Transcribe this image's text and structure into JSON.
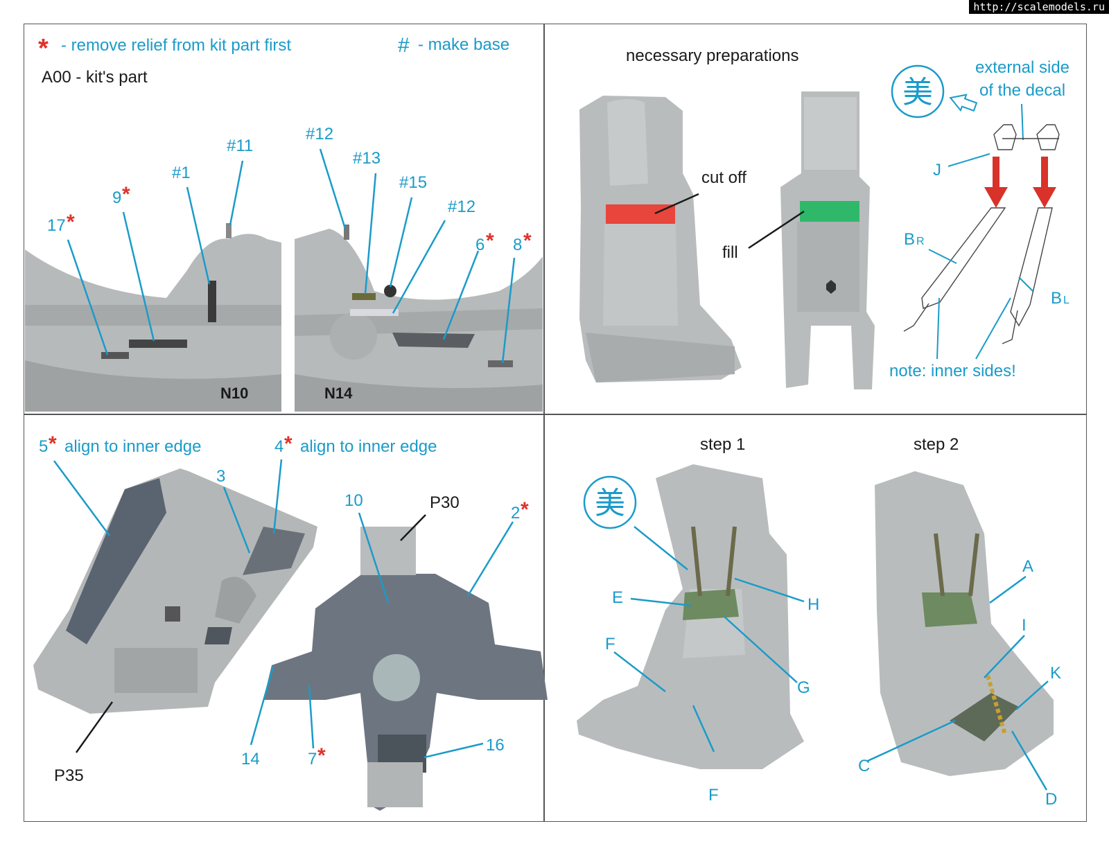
{
  "watermark": "http://scalemodels.ru",
  "legend": {
    "asterisk_symbol": "*",
    "asterisk_text": "- remove relief from kit part first",
    "hash_symbol": "#",
    "hash_text": "- make base",
    "kit_part_note": "A00 - kit's part"
  },
  "panel_top_left": {
    "kit_parts": [
      "N10",
      "N14"
    ],
    "callouts": [
      {
        "num": "#11",
        "star": ""
      },
      {
        "num": "#1",
        "star": ""
      },
      {
        "num": "9",
        "star": "*"
      },
      {
        "num": "17",
        "star": "*"
      },
      {
        "num": "#12",
        "star": ""
      },
      {
        "num": "#13",
        "star": ""
      },
      {
        "num": "#15",
        "star": ""
      },
      {
        "num": "#12",
        "star": ""
      },
      {
        "num": "6",
        "star": "*"
      },
      {
        "num": "8",
        "star": "*"
      }
    ]
  },
  "panel_top_right": {
    "title": "necessary preparations",
    "cut_off": "cut off",
    "fill": "fill",
    "decal_side_line1": "external side",
    "decal_side_line2": "of the decal",
    "kanji": "美",
    "labels": {
      "J": "J",
      "BR_main": "B",
      "BR_sub": "R",
      "BL_main": "B",
      "BL_sub": "L"
    },
    "note": "note: inner sides!",
    "colors": {
      "cut": "#e8453c",
      "fill": "#2fb86a",
      "arrow": "#d8322a"
    }
  },
  "panel_bottom_left": {
    "align_left": {
      "num": "5",
      "star": "*",
      "text": "align to inner edge"
    },
    "align_right": {
      "num": "4",
      "star": "*",
      "text": "align to inner edge"
    },
    "callouts": [
      {
        "num": "3",
        "star": ""
      },
      {
        "num": "10",
        "star": ""
      },
      {
        "num": "2",
        "star": "*"
      },
      {
        "num": "14",
        "star": ""
      },
      {
        "num": "7",
        "star": "*"
      },
      {
        "num": "16",
        "star": ""
      }
    ],
    "kit_parts": {
      "p30": "P30",
      "p35": "P35"
    }
  },
  "panel_bottom_right": {
    "step1": "step 1",
    "step2": "step 2",
    "kanji": "美",
    "step1_labels": {
      "E": "E",
      "H": "H",
      "G": "G",
      "F1": "F",
      "F2": "F"
    },
    "step2_labels": {
      "A": "A",
      "I": "I",
      "K": "K",
      "C": "C",
      "D": "D"
    }
  },
  "colors": {
    "callout_blue": "#1a9bc9",
    "star_red": "#e0322b",
    "part_grey": "#b9bcbd"
  }
}
